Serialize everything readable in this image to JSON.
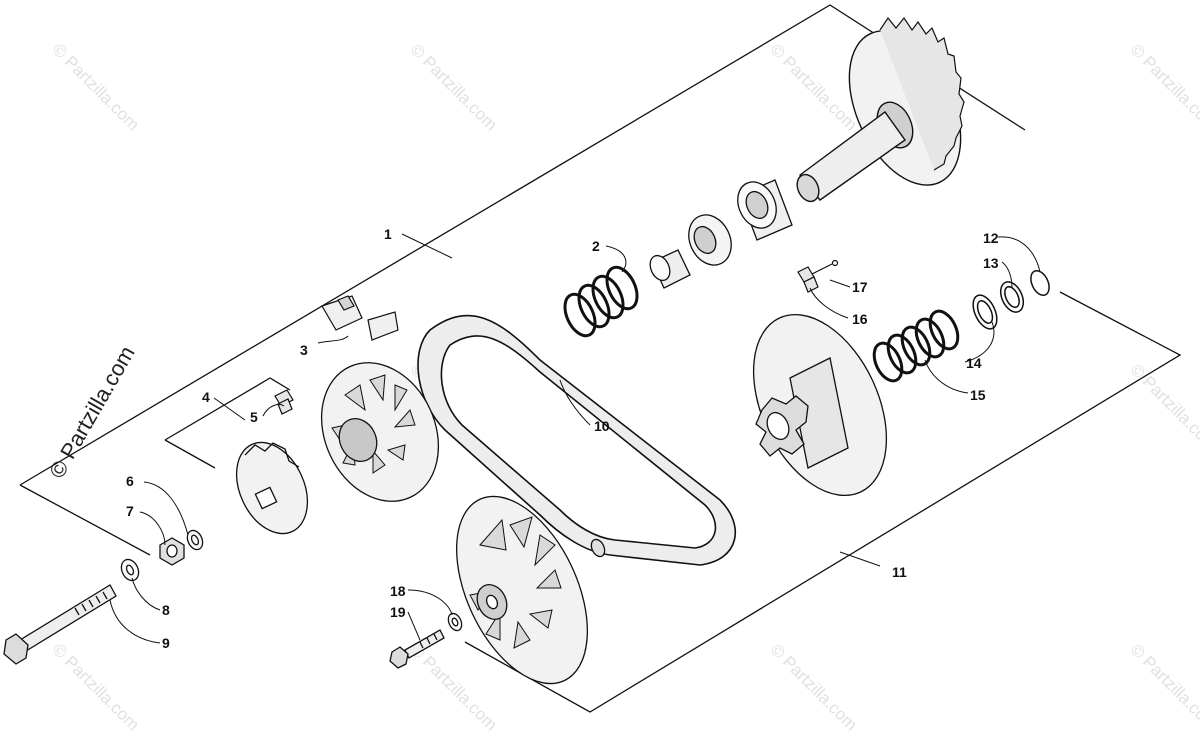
{
  "watermark": {
    "text": "© Partzilla.com"
  },
  "callouts": [
    "1",
    "2",
    "3",
    "4",
    "5",
    "6",
    "7",
    "8",
    "9",
    "10",
    "11",
    "12",
    "13",
    "14",
    "15",
    "16",
    "17",
    "18",
    "19"
  ],
  "colors": {
    "line": "#111111",
    "fill": "#f2f2f2",
    "shade": "#cfcfcf",
    "watermark": "#c8c8c8"
  }
}
